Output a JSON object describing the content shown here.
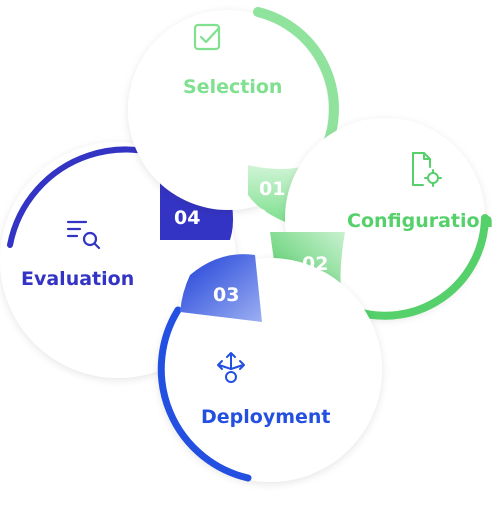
{
  "steps": [
    {
      "number": "01",
      "label": "Selection",
      "icon": "checkbox-icon",
      "color": "#7fe08f"
    },
    {
      "number": "02",
      "label": "Configuration",
      "icon": "file-gear-icon",
      "color": "#55d06a"
    },
    {
      "number": "03",
      "label": "Deployment",
      "icon": "flow-arrows-icon",
      "color": "#2350e0"
    },
    {
      "number": "04",
      "label": "Evaluation",
      "icon": "list-search-icon",
      "color": "#3b3bc8"
    }
  ]
}
